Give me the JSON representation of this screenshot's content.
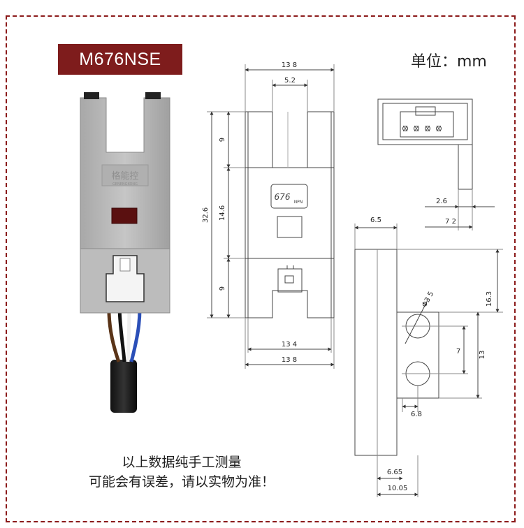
{
  "badge": {
    "model": "M676NSE"
  },
  "unit": {
    "label": "单位：mm"
  },
  "note": {
    "line1": "以上数据纯手工测量",
    "line2": "可能会有误差，请以实物为准！"
  },
  "product": {
    "logo_text": "格能控",
    "logo_sub": "GENENGKONG"
  },
  "front_view": {
    "part_mark": "676",
    "part_sub": "NPN",
    "dims": {
      "top_width": "13 8",
      "slot_width": "5.2",
      "total_height": "32.6",
      "upper_arm": "9",
      "middle": "14.6",
      "lower_arm": "9",
      "bottom_inner": "13 4",
      "bottom_outer": "13 8"
    }
  },
  "top_view": {
    "dims": {
      "pin_offset": "2.6",
      "depth": "7 2"
    }
  },
  "side_view": {
    "dims": {
      "arm_width": "6.5",
      "hole": "Φ3 5",
      "upper_height": "16.3",
      "hole_pitch": "7",
      "mount_height": "13",
      "hole_offset": "6.8",
      "foot_inner": "6.65",
      "foot_outer": "10.05"
    }
  },
  "colors": {
    "badge": "#7e1c1c",
    "frame": "#8b1a1a",
    "sensor_body": "#b9b9b9"
  }
}
